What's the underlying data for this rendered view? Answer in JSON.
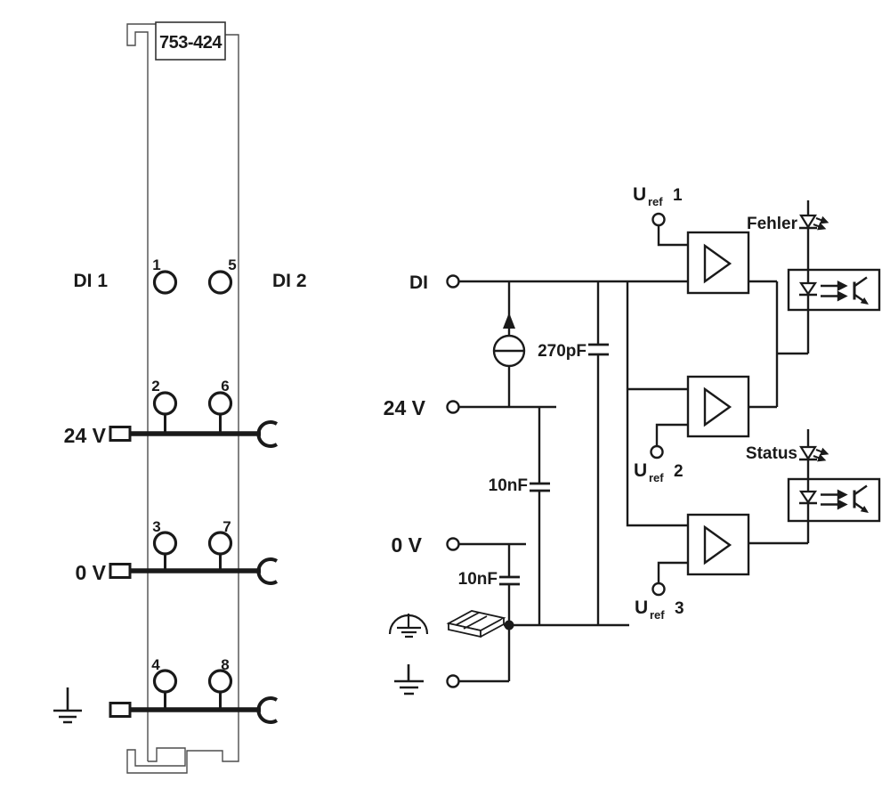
{
  "module": {
    "part_number": "753-424",
    "channel_left": "DI 1",
    "channel_right": "DI 2",
    "row_24v": "24 V",
    "row_0v": "0 V",
    "terminals": {
      "t1": "1",
      "t2": "2",
      "t3": "3",
      "t4": "4",
      "t5": "5",
      "t6": "6",
      "t7": "7",
      "t8": "8"
    }
  },
  "schematic": {
    "input_di": "DI",
    "input_24v": "24 V",
    "input_0v": "0 V",
    "cap_filter": "270pF",
    "cap_24v": "10nF",
    "cap_0v": "10nF",
    "led_error": "Fehler",
    "led_status": "Status",
    "uref1": {
      "sym": "U",
      "sub": "ref",
      "idx": "1"
    },
    "uref2": {
      "sym": "U",
      "sub": "ref",
      "idx": "2"
    },
    "uref3": {
      "sym": "U",
      "sub": "ref",
      "idx": "3"
    }
  },
  "colors": {
    "ink": "#1a1a1a",
    "outline": "#4d4d4d",
    "background": "#ffffff"
  }
}
